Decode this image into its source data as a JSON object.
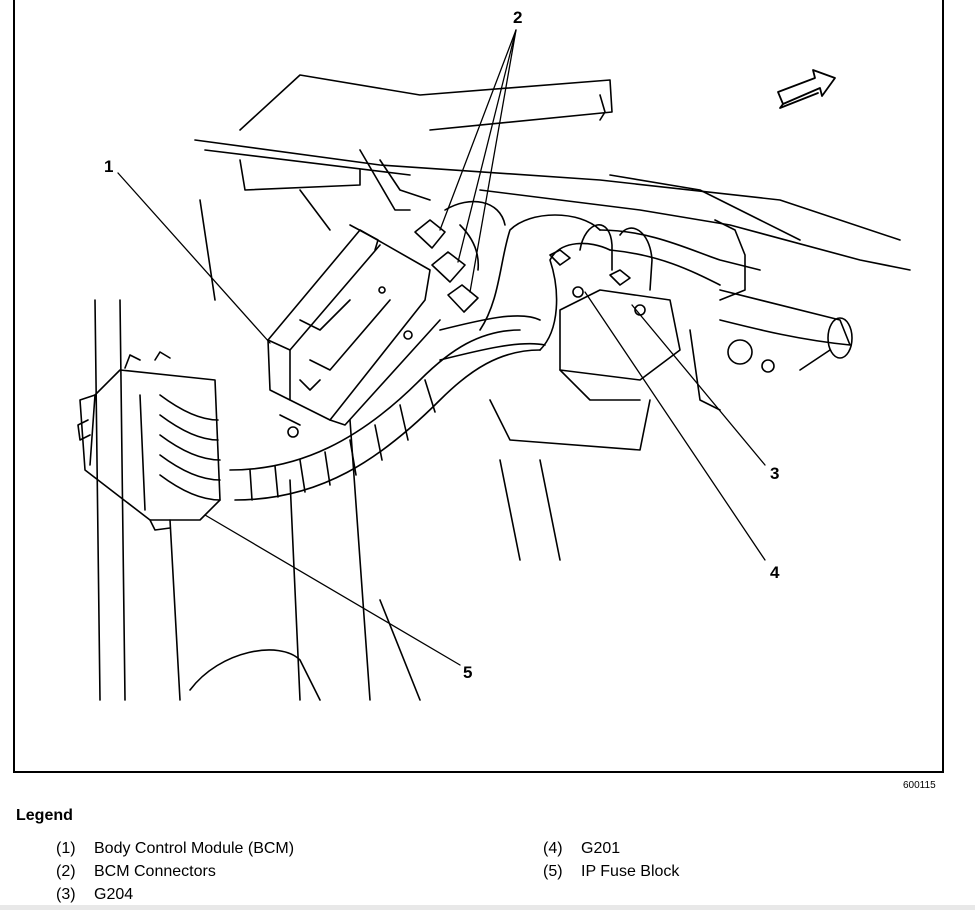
{
  "callouts": {
    "c1": "1",
    "c2": "2",
    "c3": "3",
    "c4": "4",
    "c5": "5"
  },
  "figure_id": "600115",
  "legend": {
    "title": "Legend",
    "items": [
      {
        "num": "(1)",
        "label": "Body Control Module (BCM)"
      },
      {
        "num": "(2)",
        "label": "BCM Connectors"
      },
      {
        "num": "(3)",
        "label": "G204"
      },
      {
        "num": "(4)",
        "label": "G201"
      },
      {
        "num": "(5)",
        "label": "IP Fuse Block"
      }
    ]
  },
  "icons": {
    "direction": "forward-arrow-icon"
  }
}
